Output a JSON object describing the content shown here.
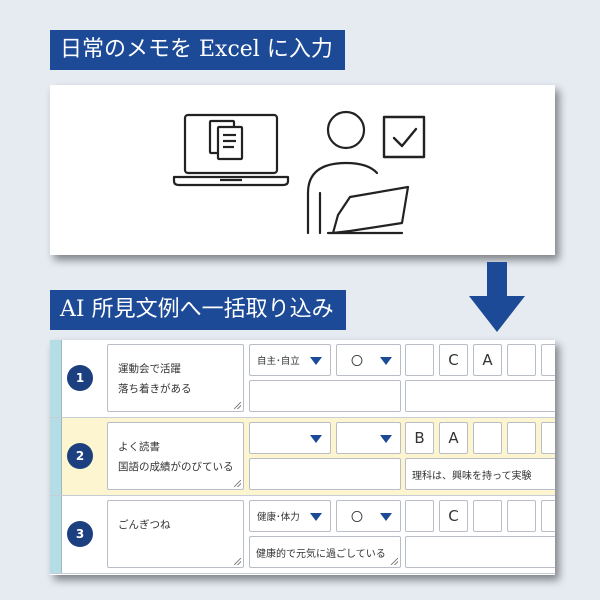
{
  "banner_top": "日常のメモを Excel に入力",
  "banner_bottom": "AI 所見文例へ一括取り込み",
  "icons": {
    "laptop": "laptop-document-icon",
    "person": "person-at-laptop-icon",
    "check": "checkbox-checked-icon",
    "arrow": "down-arrow-icon"
  },
  "colors": {
    "navy": "#1c4a96",
    "badge": "#1c3f80",
    "highlight_row": "#fcf5cf"
  },
  "rows": [
    {
      "number": "1",
      "memo_line1": "運動会で活躍",
      "memo_line2": "落ち着きがある",
      "dropdown1": "自主･自立",
      "dropdown2": "〇",
      "note": "",
      "grades": [
        "",
        "C",
        "A",
        "",
        ""
      ],
      "comment": ""
    },
    {
      "number": "2",
      "memo_line1": "よく読書",
      "memo_line2": "国語の成績がのびている",
      "dropdown1": "",
      "dropdown2": "",
      "note": "",
      "grades": [
        "B",
        "A",
        "",
        "",
        ""
      ],
      "comment": "理科は、興味を持って実験"
    },
    {
      "number": "3",
      "memo_line1": "ごんぎつね",
      "memo_line2": "",
      "dropdown1": "健康･体力",
      "dropdown2": "〇",
      "note": "健康的で元気に過ごしている",
      "grades": [
        "",
        "C",
        "",
        "",
        ""
      ],
      "comment": ""
    }
  ]
}
